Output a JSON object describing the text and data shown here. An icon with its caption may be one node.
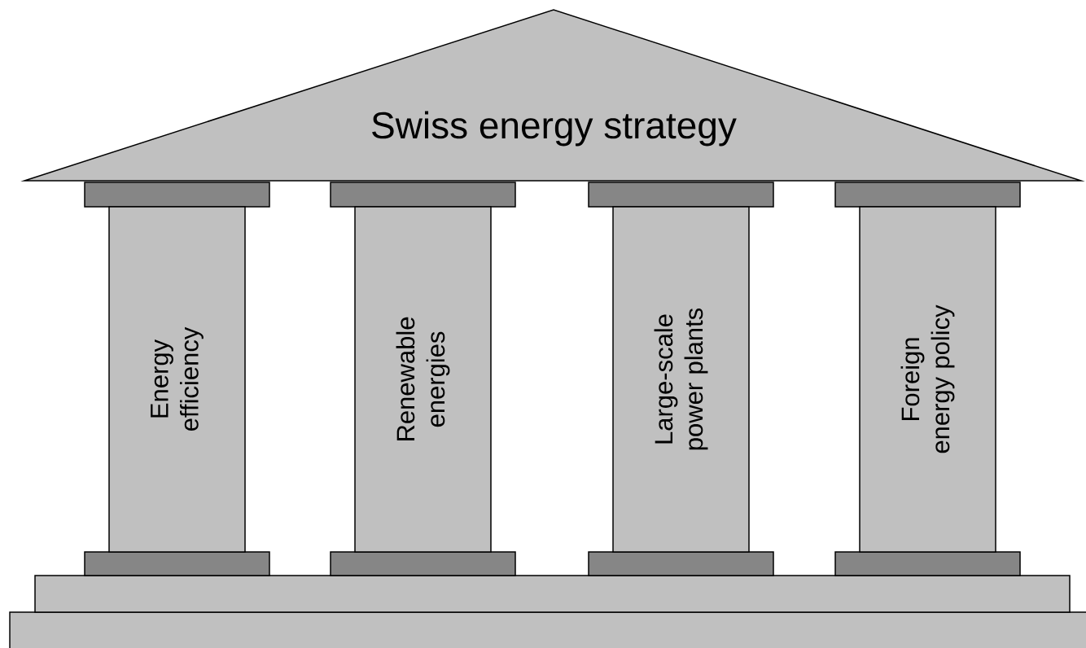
{
  "diagram": {
    "nodes": [
      {
        "text": [
          "Swiss energy strategy"
        ]
      },
      {
        "text": [
          "Energy efficiency"
        ]
      },
      {
        "text": [
          "Renewable energies"
        ]
      },
      {
        "text": [
          "Large-scale power plants"
        ]
      },
      {
        "text": [
          "Foreign energy policy"
        ]
      }
    ]
  }
}
